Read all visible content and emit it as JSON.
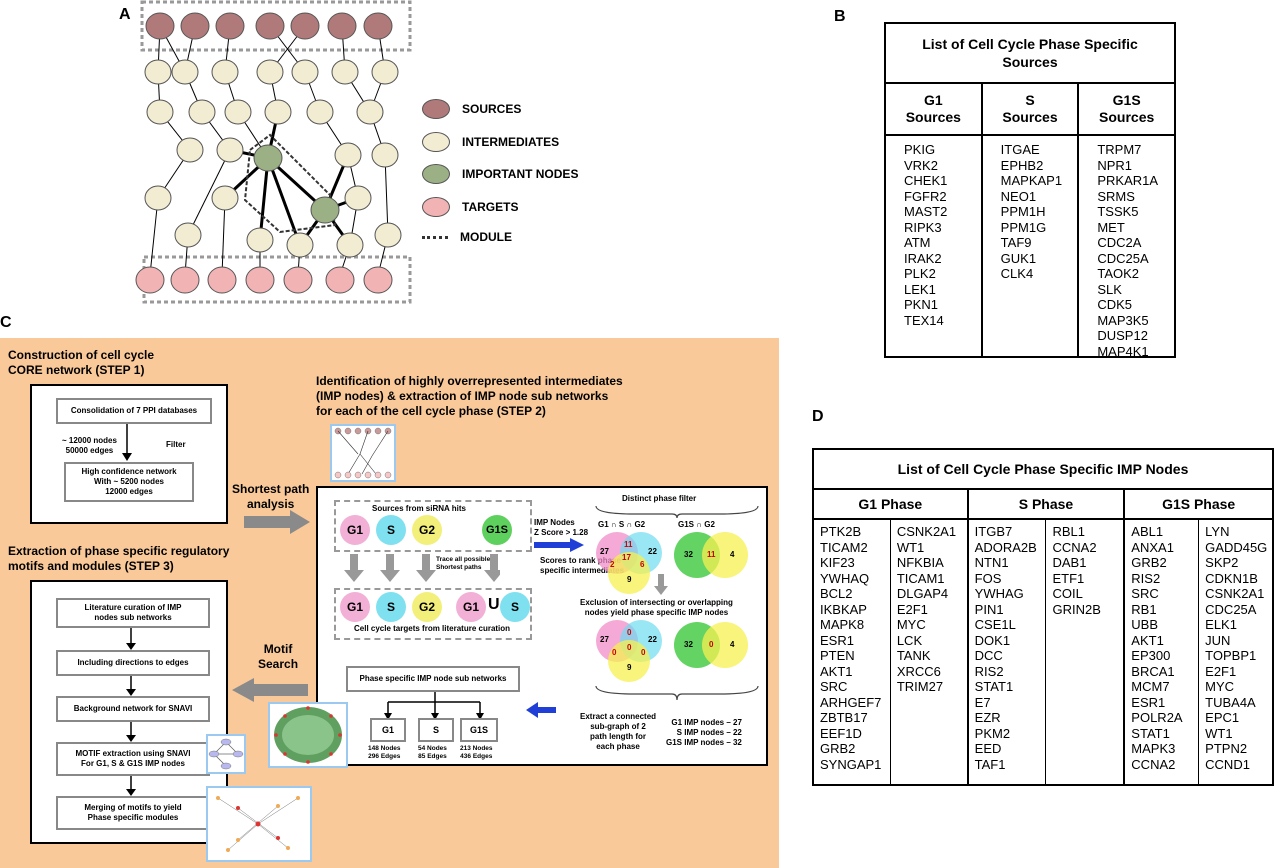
{
  "panel_labels": {
    "a": "A",
    "b": "B",
    "c": "C",
    "d": "D"
  },
  "legend": {
    "items": [
      {
        "label": "SOURCES",
        "color": "#b07a7a"
      },
      {
        "label": "INTERMEDIATES",
        "color": "#f1ecd2"
      },
      {
        "label": "IMPORTANT NODES",
        "color": "#9bb085"
      },
      {
        "label": "TARGETS",
        "color": "#f2b3b5"
      },
      {
        "label": "MODULE",
        "color": "#333333"
      }
    ]
  },
  "table_b": {
    "title": "List of Cell Cycle Phase Specific Sources",
    "headers": [
      "G1\nSources",
      "S\nSources",
      "G1S\nSources"
    ],
    "columns": [
      [
        "PKIG",
        "VRK2",
        "CHEK1",
        "FGFR2",
        "MAST2",
        "RIPK3",
        "ATM",
        "IRAK2",
        "PLK2",
        "LEK1",
        "PKN1",
        "TEX14"
      ],
      [
        "ITGAE",
        "EPHB2",
        "MAPKAP1",
        "NEO1",
        "PPM1H",
        "PPM1G",
        "TAF9",
        "GUK1",
        "CLK4"
      ],
      [
        "TRPM7",
        "NPR1",
        "PRKAR1A",
        "SRMS",
        "TSSK5",
        "MET",
        "CDC2A",
        "CDC25A",
        "TAOK2",
        "SLK",
        "CDK5",
        "MAP3K5",
        "DUSP12",
        "MAP4K1"
      ]
    ]
  },
  "table_d": {
    "title": "List of Cell Cycle Phase Specific IMP Nodes",
    "headers": [
      "G1 Phase",
      "S Phase",
      "G1S Phase"
    ],
    "columns": [
      [
        "PTK2B",
        "TICAM2",
        "KIF23",
        "YWHAQ",
        "BCL2",
        "IKBKAP",
        "MAPK8",
        "ESR1",
        "PTEN",
        "AKT1",
        "SRC",
        "ARHGEF7",
        "ZBTB17",
        "EEF1D",
        "GRB2",
        "SYNGAP1"
      ],
      [
        "CSNK2A1",
        "WT1",
        "NFKBIA",
        "TICAM1",
        "DLGAP4",
        "E2F1",
        "MYC",
        "LCK",
        "TANK",
        "XRCC6",
        "TRIM27"
      ],
      [
        "ITGB7",
        "ADORA2B",
        "NTN1",
        "FOS",
        "YWHAG",
        "PIN1",
        "CSE1L",
        "DOK1",
        "DCC",
        "RIS2",
        "STAT1",
        "E7",
        "EZR",
        "PKM2",
        "EED",
        "TAF1"
      ],
      [
        "RBL1",
        "CCNA2",
        "DAB1",
        "ETF1",
        "COIL",
        "GRIN2B"
      ],
      [
        "ABL1",
        "ANXA1",
        "GRB2",
        "RIS2",
        "SRC",
        "RB1",
        "UBB",
        "AKT1",
        "EP300",
        "BRCA1",
        "MCM7",
        "ESR1",
        "POLR2A",
        "STAT1",
        "MAPK3",
        "CCNA2"
      ],
      [
        "LYN",
        "GADD45G",
        "SKP2",
        "CDKN1B",
        "CSNK2A1",
        "CDC25A",
        "ELK1",
        "JUN",
        "TOPBP1",
        "E2F1",
        "MYC",
        "TUBA4A",
        "EPC1",
        "WT1",
        "PTPN2",
        "CCND1"
      ]
    ]
  },
  "panel_c": {
    "step1_title": "Construction of cell cycle\nCORE network (STEP 1)",
    "step1_box1": "Consolidation of 7 PPI databases",
    "step1_nodes": "~ 12000 nodes\n50000 edges",
    "step1_filter": "Filter",
    "step1_box2": "High confidence network\nWith ~ 5200 nodes\n12000 edges",
    "shortest_path": "Shortest path\nanalysis",
    "step2_title": "Identification of highly overrepresented intermediates\n(IMP nodes) & extraction of IMP node sub networks\nfor each of the cell cycle phase (STEP 2)",
    "sources_label": "Sources from siRNA hits",
    "source_circles": [
      "G1",
      "S",
      "G2",
      "G1S"
    ],
    "trace_label": "Trace all possible\nShortest paths",
    "target_circles": [
      "G1",
      "S",
      "G2",
      "G1",
      "S"
    ],
    "union_symbol": "U",
    "targets_label": "Cell cycle targets from literature curation",
    "imp_nodes_label": "IMP Nodes\nZ Score > 1.28",
    "scores_label": "Scores to rank phase\nspecific intermediates",
    "distinct_label": "Distinct phase filter",
    "venn1_title": "G1 ∩ S ∩ G2",
    "venn1_numbers": [
      "27",
      "11",
      "22",
      "2",
      "17",
      "6",
      "9"
    ],
    "venn2_title": "G1S ∩ G2",
    "venn2_numbers": [
      "32",
      "11",
      "4"
    ],
    "exclusion_label": "Exclusion of intersecting or overlapping\nnodes yield phase specific IMP nodes",
    "venn3_numbers": [
      "27",
      "0",
      "22",
      "0",
      "0",
      "0",
      "9"
    ],
    "venn4_numbers": [
      "32",
      "0",
      "4"
    ],
    "extract_label": "Extract a connected\nsub-graph of 2\npath length for\neach phase",
    "imp_counts": "G1 IMP nodes – 27\nS IMP nodes – 22\nG1S IMP nodes – 32",
    "subnet_title": "Phase specific IMP node sub networks",
    "subnets": [
      {
        "label": "G1",
        "stats": "148 Nodes\n296 Edges"
      },
      {
        "label": "S",
        "stats": "54 Nodes\n85 Edges"
      },
      {
        "label": "G1S",
        "stats": "213 Nodes\n436 Edges"
      }
    ],
    "motif_search": "Motif\nSearch",
    "step3_title": "Extraction of phase specific regulatory\nmotifs and modules (STEP 3)",
    "step3_boxes": [
      "Literature curation of IMP\nnodes sub networks",
      "Including directions to edges",
      "Background network for SNAVI",
      "MOTIF extraction using SNAVI\nFor G1, S & G1S IMP nodes",
      "Merging of motifs to yield\nPhase specific modules"
    ]
  }
}
